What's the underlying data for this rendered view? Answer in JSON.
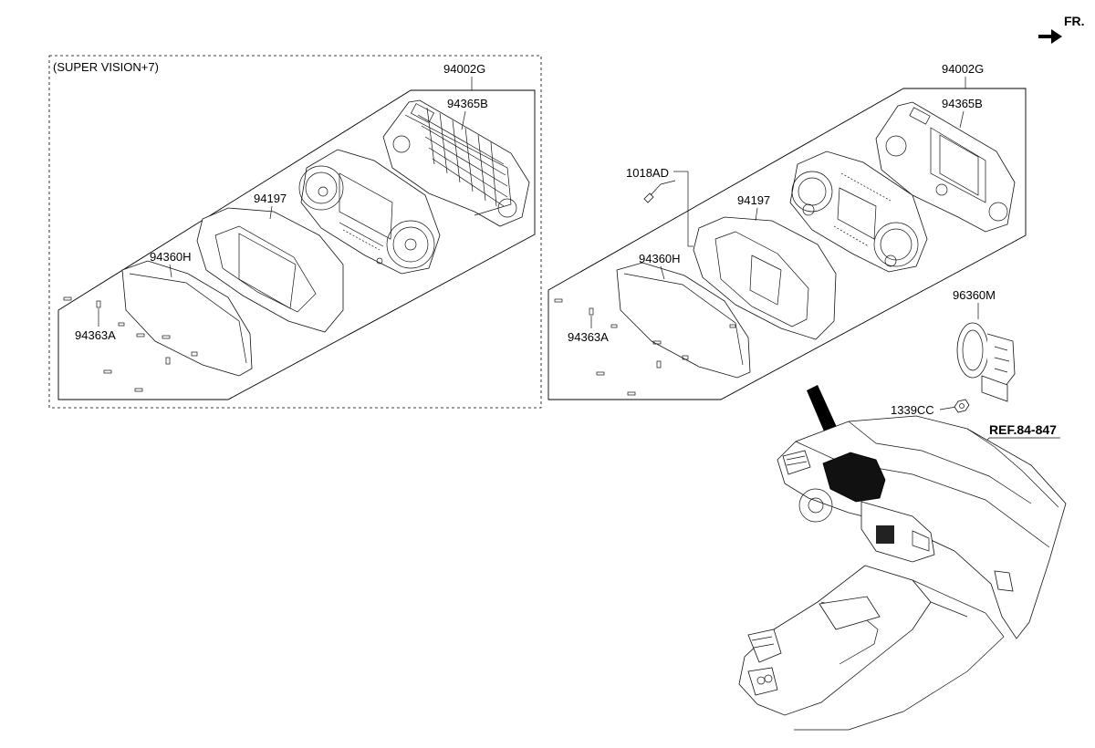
{
  "direction_label": "FR.",
  "left_group": {
    "variant_note": "(SUPER VISION+7)",
    "assembly": "94002G",
    "pcb": "94365B",
    "dial_cluster": "94197",
    "window_glass": "94360H",
    "bulb_clip": "94363A"
  },
  "right_group": {
    "assembly": "94002G",
    "pcb": "94365B",
    "dial_cluster": "94197",
    "window_glass": "94360H",
    "bulb_clip": "94363A",
    "screw": "1018AD"
  },
  "buzzer": "96360M",
  "nut": "1339CC",
  "reference": "REF.84-847"
}
